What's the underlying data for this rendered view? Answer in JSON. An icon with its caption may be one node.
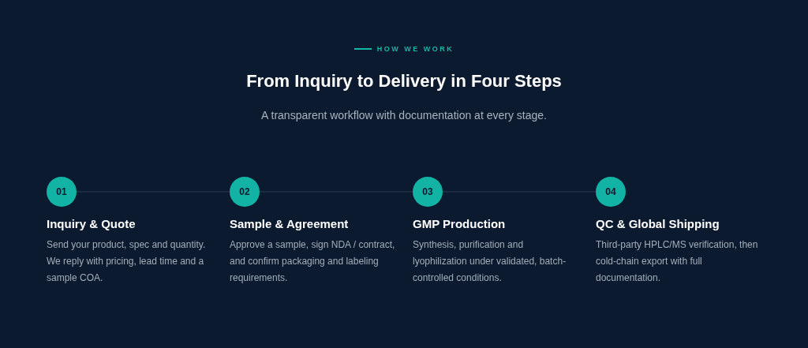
{
  "diagram": {
    "title": "From Inquiry to Delivery in Four Steps",
    "nodes": [
      {
        "text": [
          "01"
        ],
        "beside": [
          "Inquiry & Quote",
          "Send your product, spec and quantity. We reply with pricing, lead time and a sample COA."
        ]
      },
      {
        "text": [
          "02"
        ],
        "beside": [
          "Sample & Agreement",
          "Approve a sample, sign NDA / contract, and confirm packaging and labeling requirements."
        ]
      },
      {
        "text": [
          "03"
        ],
        "beside": [
          "GMP Production",
          "Synthesis, purification and lyophilization under validated, batch-controlled conditions."
        ]
      },
      {
        "text": [
          "04"
        ],
        "beside": [
          "QC & Global Shipping",
          "Third-party HPLC/MS verification, then cold-chain export with full documentation."
        ]
      }
    ],
    "edges": [
      {
        "from": 0,
        "to": 1,
        "arrow": "none"
      },
      {
        "from": 1,
        "to": 2,
        "arrow": "none"
      },
      {
        "from": 2,
        "to": 3,
        "arrow": "none"
      }
    ],
    "labels": [
      "HOW WE WORK",
      "A transparent workflow with documentation at every stage."
    ]
  }
}
